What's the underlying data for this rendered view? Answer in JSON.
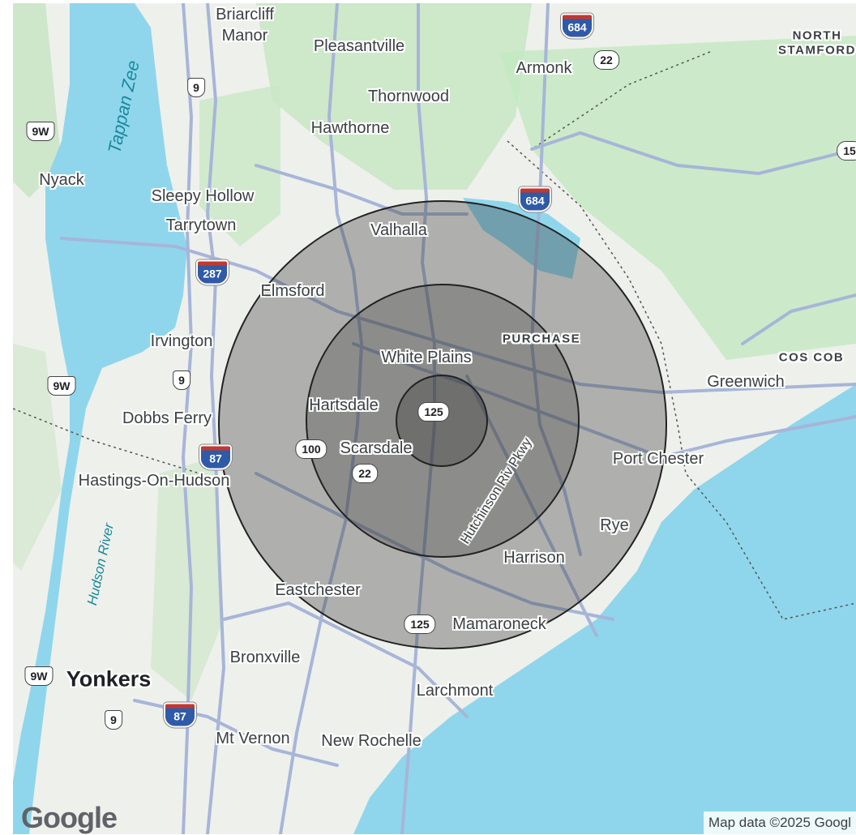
{
  "map": {
    "colors": {
      "water": "#8fd6ec",
      "land": "#eef0ec",
      "park": "#c3e8c0",
      "road": "#a7b5d8",
      "ring": "#3a3a3a"
    },
    "places": [
      {
        "name": "Briarcliff",
        "style": "normal"
      },
      {
        "name": "Manor",
        "style": "normal"
      },
      {
        "name": "Pleasantville",
        "style": "normal"
      },
      {
        "name": "Armonk",
        "style": "normal"
      },
      {
        "name": "NORTH",
        "style": "caps"
      },
      {
        "name": "STAMFORD",
        "style": "caps"
      },
      {
        "name": "Tappan Zee",
        "style": "water"
      },
      {
        "name": "Thornwood",
        "style": "normal"
      },
      {
        "name": "Hawthorne",
        "style": "normal"
      },
      {
        "name": "Nyack",
        "style": "normal"
      },
      {
        "name": "Sleepy Hollow",
        "style": "normal"
      },
      {
        "name": "Tarrytown",
        "style": "normal"
      },
      {
        "name": "Valhalla",
        "style": "normal"
      },
      {
        "name": "Elmsford",
        "style": "normal"
      },
      {
        "name": "Irvington",
        "style": "normal"
      },
      {
        "name": "PURCHASE",
        "style": "caps"
      },
      {
        "name": "White Plains",
        "style": "normal"
      },
      {
        "name": "COS COB",
        "style": "caps"
      },
      {
        "name": "Greenwich",
        "style": "normal"
      },
      {
        "name": "Hartsdale",
        "style": "normal"
      },
      {
        "name": "Dobbs Ferry",
        "style": "normal"
      },
      {
        "name": "Scarsdale",
        "style": "normal"
      },
      {
        "name": "Port Chester",
        "style": "normal"
      },
      {
        "name": "Hastings-On-Hudson",
        "style": "normal"
      },
      {
        "name": "Hutchinson Riv Pkwy",
        "style": "road"
      },
      {
        "name": "Rye",
        "style": "normal"
      },
      {
        "name": "Hudson River",
        "style": "water"
      },
      {
        "name": "Harrison",
        "style": "normal"
      },
      {
        "name": "Eastchester",
        "style": "normal"
      },
      {
        "name": "Mamaroneck",
        "style": "normal"
      },
      {
        "name": "Bronxville",
        "style": "normal"
      },
      {
        "name": "Yonkers",
        "style": "big"
      },
      {
        "name": "Larchmont",
        "style": "normal"
      },
      {
        "name": "Mt Vernon",
        "style": "normal"
      },
      {
        "name": "New Rochelle",
        "style": "normal"
      }
    ],
    "shields": [
      {
        "label": "684",
        "type": "interstate"
      },
      {
        "label": "22",
        "type": "state"
      },
      {
        "label": "9",
        "type": "us"
      },
      {
        "label": "9W",
        "type": "us"
      },
      {
        "label": "15",
        "type": "state"
      },
      {
        "label": "684",
        "type": "interstate"
      },
      {
        "label": "287",
        "type": "interstate"
      },
      {
        "label": "9W",
        "type": "us"
      },
      {
        "label": "9",
        "type": "us"
      },
      {
        "label": "125",
        "type": "state"
      },
      {
        "label": "87",
        "type": "interstate"
      },
      {
        "label": "100",
        "type": "state"
      },
      {
        "label": "22",
        "type": "state"
      },
      {
        "label": "125",
        "type": "state"
      },
      {
        "label": "9W",
        "type": "us"
      },
      {
        "label": "9",
        "type": "us"
      },
      {
        "label": "87",
        "type": "interstate"
      }
    ],
    "logo": "Google",
    "attribution": "Map data ©2025 Googl"
  }
}
